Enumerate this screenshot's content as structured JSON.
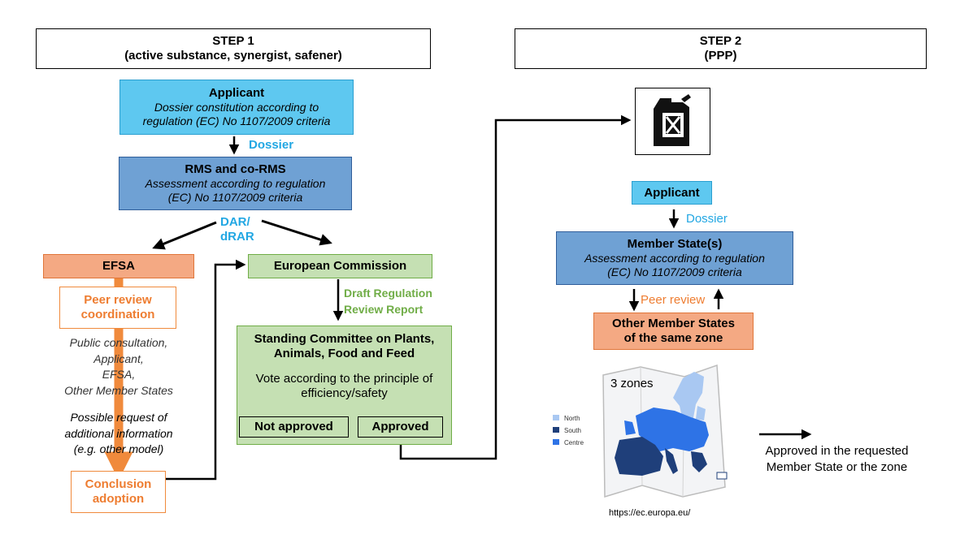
{
  "step1": {
    "title": "STEP 1",
    "subtitle": "(active substance, synergist, safener)"
  },
  "step2": {
    "title": "STEP 2",
    "subtitle": "(PPP)"
  },
  "applicant1": {
    "title": "Applicant",
    "line1": "Dossier constitution according to",
    "line2": "regulation (EC) No 1107/2009 criteria"
  },
  "dossier1": "Dossier",
  "rms": {
    "title": "RMS and co-RMS",
    "line1": "Assessment according to regulation",
    "line2": "(EC) No 1107/2009 criteria"
  },
  "dar": {
    "line1": "DAR/",
    "line2": "dRAR"
  },
  "efsa": "EFSA",
  "peer_coord": {
    "line1": "Peer review",
    "line2": "coordination"
  },
  "public_consultation": {
    "line1": "Public consultation,",
    "line2": "Applicant,",
    "line3": "EFSA,",
    "line4": "Other Member States"
  },
  "additional_info": {
    "line1": "Possible request of",
    "line2": "additional information",
    "line3": "(e.g. other model)"
  },
  "conclusion": {
    "line1": "Conclusion",
    "line2": "adoption"
  },
  "commission": "European Commission",
  "draft_regulation": {
    "line1": "Draft Regulation",
    "line2": "Review Report"
  },
  "standing": {
    "line1": "Standing Committee on Plants,",
    "line2": "Animals, Food and Feed",
    "vote1": "Vote according to the principle of",
    "vote2": "efficiency/safety",
    "not_approved": "Not approved",
    "approved": "Approved"
  },
  "applicant2": "Applicant",
  "dossier2": "Dossier",
  "member_state": {
    "title": "Member State(s)",
    "line1": "Assessment according to regulation",
    "line2": "(EC) No 1107/2009 criteria"
  },
  "peer_review": "Peer review",
  "other_ms": {
    "line1": "Other Member States",
    "line2": "of the same zone"
  },
  "map": {
    "zones_label": "3 zones",
    "legend": [
      {
        "name": "North",
        "color": "#a9c8f2"
      },
      {
        "name": "South",
        "color": "#1f3f7a"
      },
      {
        "name": "Centre",
        "color": "#2e73e6"
      }
    ],
    "source": "https://ec.europa.eu/"
  },
  "final": {
    "line1": "Approved in the requested",
    "line2": "Member State or the zone"
  },
  "icons": [
    "jerrycan-icon"
  ],
  "colors": {
    "blue_light": "#5ec8f0",
    "blue_mid": "#6fa1d4",
    "orange": "#f4a983",
    "orange_text": "#ee7d31",
    "green_fill": "#c5e0b3",
    "green_text": "#70ad47",
    "label_blue": "#22a7e3"
  }
}
